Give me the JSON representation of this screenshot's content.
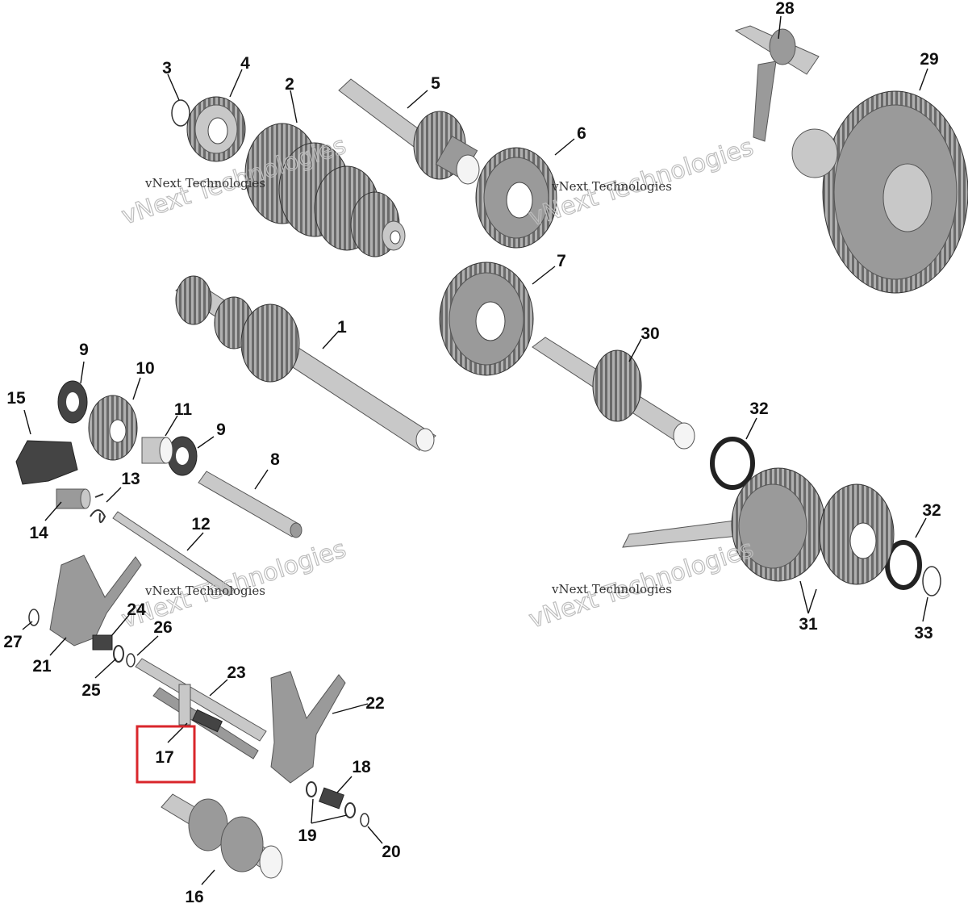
{
  "callouts": {
    "c1": "1",
    "c2": "2",
    "c3": "3",
    "c4": "4",
    "c5": "5",
    "c6": "6",
    "c7": "7",
    "c8": "8",
    "c9a": "9",
    "c9b": "9",
    "c10": "10",
    "c11": "11",
    "c12": "12",
    "c13": "13",
    "c14": "14",
    "c15": "15",
    "c16": "16",
    "c17": "17",
    "c18": "18",
    "c19": "19",
    "c20": "20",
    "c21": "21",
    "c22": "22",
    "c23": "23",
    "c24": "24",
    "c25": "25",
    "c26": "26",
    "c27": "27",
    "c28": "28",
    "c29": "29",
    "c30": "30",
    "c31": "31",
    "c32a": "32",
    "c32b": "32",
    "c33": "33"
  },
  "watermark": {
    "small": "vNext Technologies",
    "big": "vNext Technologies"
  },
  "highlight": {
    "part": "17",
    "color": "#d9262b"
  }
}
